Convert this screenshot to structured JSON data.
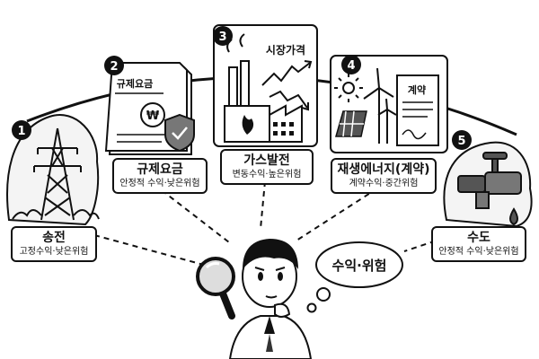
{
  "items": [
    {
      "number": "1",
      "title": "송전",
      "subtitle": "고정수익·낮은위험"
    },
    {
      "number": "2",
      "title": "규제요금",
      "subtitle": "안정적 수익·낮은위험",
      "doc_title": "규제요금",
      "symbol": "₩"
    },
    {
      "number": "3",
      "title": "가스발전",
      "subtitle": "변동수익·높은위험",
      "chart_label": "시장가격"
    },
    {
      "number": "4",
      "title": "재생에너지(계약)",
      "subtitle": "계약수익·중간위험",
      "contract_label": "계약"
    },
    {
      "number": "5",
      "title": "수도",
      "subtitle": "안정적 수익·낮은위험"
    }
  ],
  "thought": "수익·위험",
  "icons": [
    "tower-icon",
    "document-icon",
    "shield-check-icon",
    "factory-icon",
    "flame-icon",
    "trend-chart-icon",
    "sun-icon",
    "wind-turbine-icon",
    "solar-panel-icon",
    "contract-icon",
    "faucet-icon",
    "water-drop-icon",
    "magnifier-icon",
    "analyst-figure"
  ],
  "colors": {
    "ink": "#111111",
    "paper": "#ffffff"
  }
}
